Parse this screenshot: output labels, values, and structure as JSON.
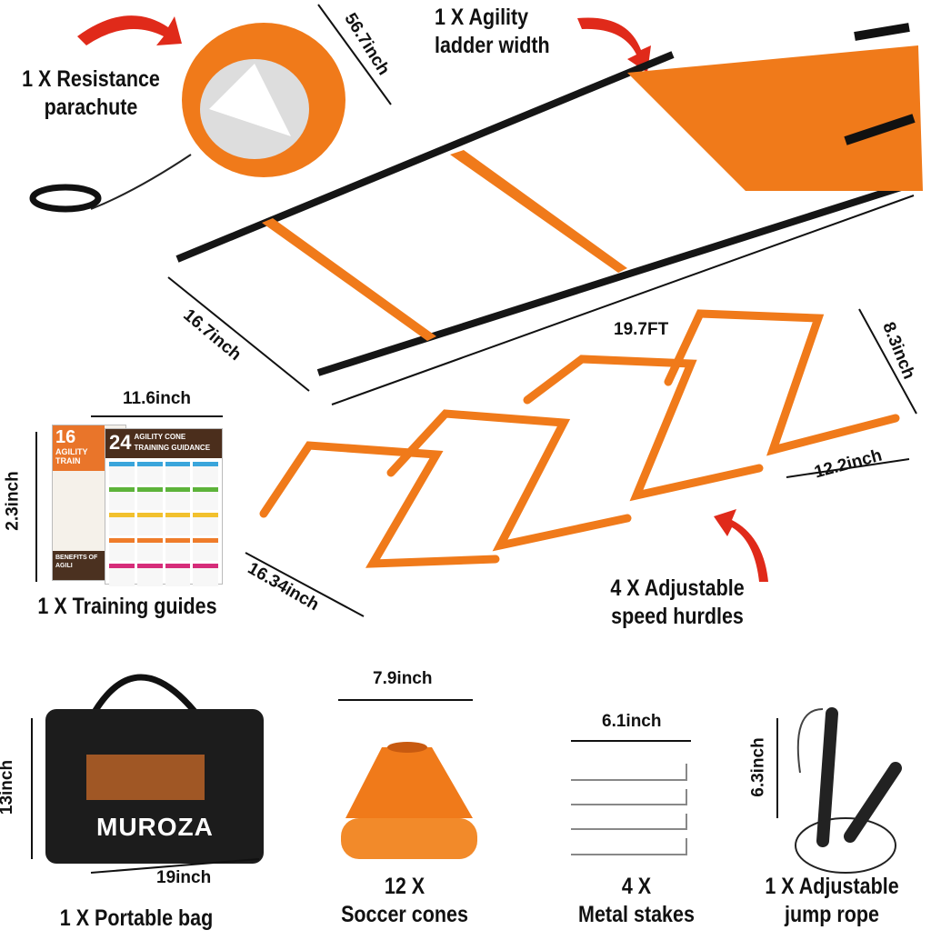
{
  "items": {
    "parachute": {
      "label_line1": "1 X Resistance",
      "label_line2": "parachute",
      "dimension": "56.7inch"
    },
    "ladder": {
      "label_line1": "1 X Agility",
      "label_line2": "ladder width",
      "length": "19.7FT",
      "width": "16.7inch"
    },
    "guides": {
      "label": "1 X Training guides",
      "width": "11.6inch",
      "height": "2.3inch",
      "poster1_number": "16",
      "poster1_title": "AGILITY TRAIN",
      "poster1_footer": "BENEFITS OF AGILI",
      "poster2_number": "24",
      "poster2_title": "AGILITY CONE TRAINING GUIDANCE"
    },
    "hurdles": {
      "label_line1": "4 X Adjustable",
      "label_line2": "speed hurdles",
      "height": "8.3inch",
      "width": "12.2inch",
      "depth": "16.34inch"
    },
    "bag": {
      "label": "1 X Portable bag",
      "height": "13inch",
      "width": "19inch",
      "brand": "MUROZA"
    },
    "cones": {
      "label_line1": "12 X",
      "label_line2": "Soccer cones",
      "diameter": "7.9inch"
    },
    "stakes": {
      "label_line1": "4 X",
      "label_line2": "Metal stakes",
      "length": "6.1inch"
    },
    "rope": {
      "label_line1": "1 X Adjustable",
      "label_line2": "jump rope",
      "handle_length": "6.3inch"
    }
  },
  "colors": {
    "accent": "#f07a1a",
    "arrow": "#e02a1a",
    "strap": "#151515"
  }
}
